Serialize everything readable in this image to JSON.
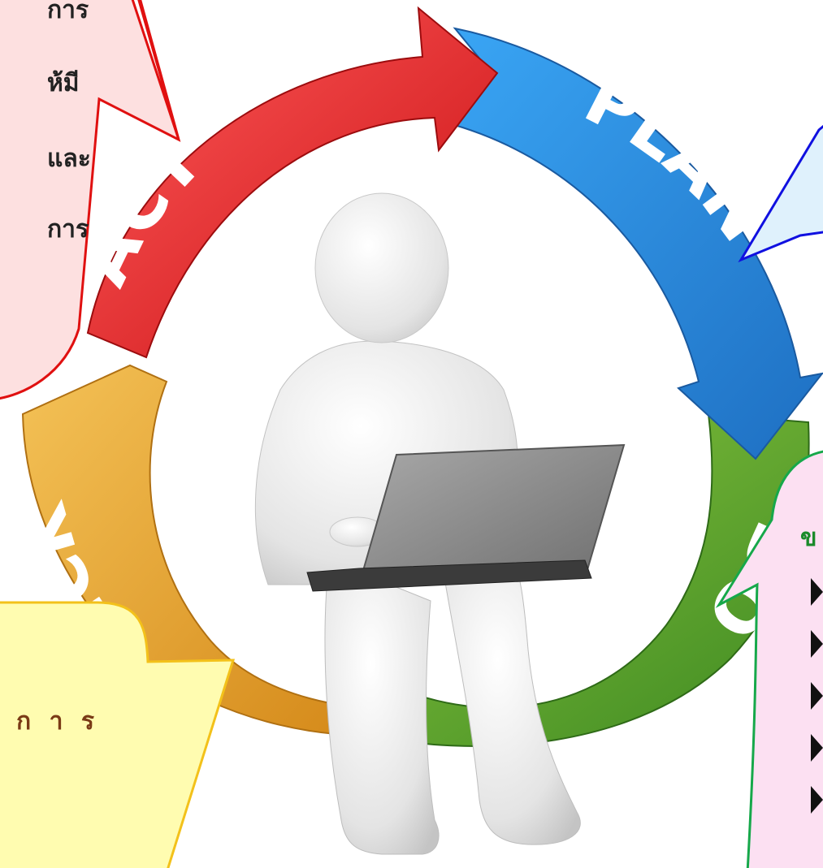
{
  "cycle": {
    "stages": [
      {
        "id": "act",
        "label": "ACT",
        "color": "#e8262b"
      },
      {
        "id": "plan",
        "label": "PLAN",
        "color": "#2a8ee6"
      },
      {
        "id": "do",
        "label": "DO",
        "color": "#5aa832"
      },
      {
        "id": "check",
        "label": "CHECK",
        "color": "#e6a22e"
      }
    ]
  },
  "callouts": {
    "act": {
      "lines": [
        "การ",
        "ห้มี",
        "และ",
        "การ"
      ],
      "fill": "#fde0e0",
      "border": "#e01010"
    },
    "plan": {
      "fill": "#dff1fc",
      "border": "#1010e0"
    },
    "check": {
      "lines": [
        "ก า ร"
      ],
      "fill": "#fffcb0",
      "border": "#f3c11a",
      "text_color": "#7a3b16"
    },
    "do": {
      "heading": "ข",
      "heading_color": "#1a8a2a",
      "bullet_count": 5,
      "fill": "#fce0f2",
      "border": "#16a84a"
    }
  }
}
